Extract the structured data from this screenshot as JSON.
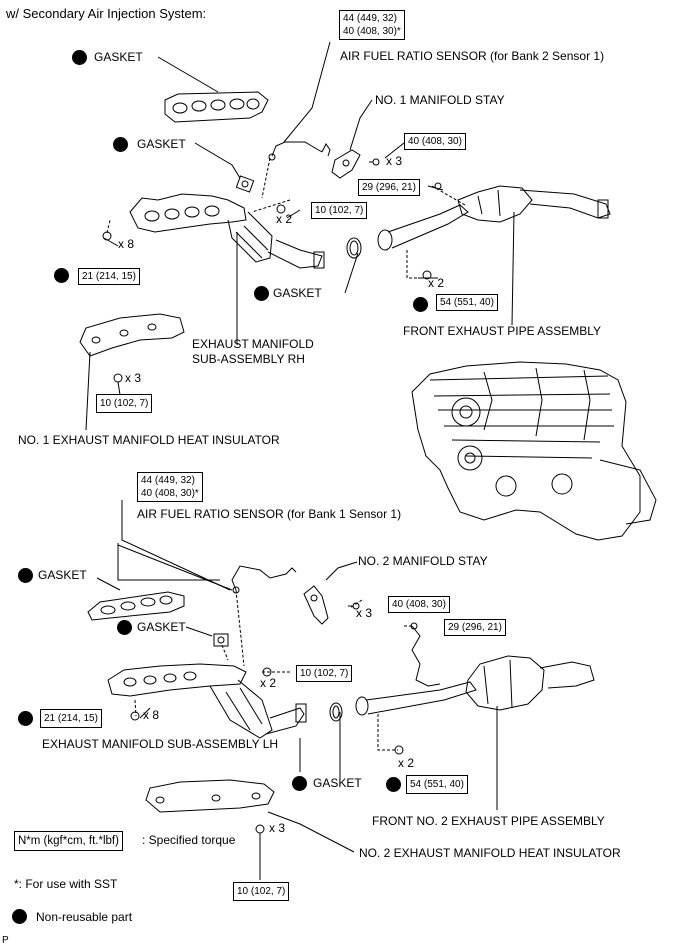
{
  "header": "w/ Secondary Air Injection System:",
  "colors": {
    "ink": "#000000",
    "background": "#ffffff"
  },
  "upper": {
    "sensor_torque": {
      "line1": "44 (449, 32)",
      "line2": "40 (408, 30)*"
    },
    "sensor_label": "AIR FUEL RATIO SENSOR (for Bank 2 Sensor 1)",
    "gasket1_label": "GASKET",
    "gasket2_label": "GASKET",
    "stay_label": "NO. 1 MANIFOLD STAY",
    "stay_torque": "40 (408, 30)",
    "stay_qty": "x 3",
    "pipe_bolt_torque": "29 (296, 21)",
    "manifold_nut_qty": "x 2",
    "manifold_nut_torque": "10 (102, 7)",
    "stud_qty": "x 8",
    "stud_torque": "21 (214, 15)",
    "gasket3_label": "GASKET",
    "pipe_nut_qty": "x 2",
    "pipe_nut_torque": "54 (551, 40)",
    "front_pipe_label": "FRONT EXHAUST PIPE ASSEMBLY",
    "manifold_label_line1": "EXHAUST MANIFOLD",
    "manifold_label_line2": "SUB-ASSEMBLY RH",
    "insulator_qty": "x 3",
    "insulator_torque": "10 (102, 7)",
    "insulator_label": "NO. 1 EXHAUST MANIFOLD HEAT INSULATOR"
  },
  "lower": {
    "sensor_torque": {
      "line1": "44 (449, 32)",
      "line2": "40 (408, 30)*"
    },
    "sensor_label": "AIR FUEL RATIO SENSOR (for Bank 1 Sensor 1)",
    "stay_label": "NO. 2 MANIFOLD STAY",
    "gasket1_label": "GASKET",
    "stay_qty": "x 3",
    "stay_torque": "40 (408, 30)",
    "gasket2_label": "GASKET",
    "pipe_bolt_torque": "29 (296, 21)",
    "manifold_nut_torque": "10 (102, 7)",
    "manifold_nut_qty": "x 2",
    "stud_torque": "21 (214, 15)",
    "stud_qty": "x 8",
    "manifold_label": "EXHAUST MANIFOLD SUB-ASSEMBLY LH",
    "pipe_nut_qty": "x 2",
    "gasket3_label": "GASKET",
    "pipe_nut_torque": "54 (551, 40)",
    "front_pipe_label": "FRONT NO. 2 EXHAUST PIPE ASSEMBLY",
    "insulator_qty": "x 3",
    "insulator_label": "NO. 2 EXHAUST MANIFOLD HEAT INSULATOR",
    "insulator_torque": "10 (102, 7)"
  },
  "legend": {
    "torque_box": "N*m (kgf*cm, ft.*lbf)",
    "torque_desc": ": Specified torque",
    "sst_note": "*: For use with SST",
    "nonreusable_desc": "Non-reusable part"
  },
  "footer_code": "P"
}
